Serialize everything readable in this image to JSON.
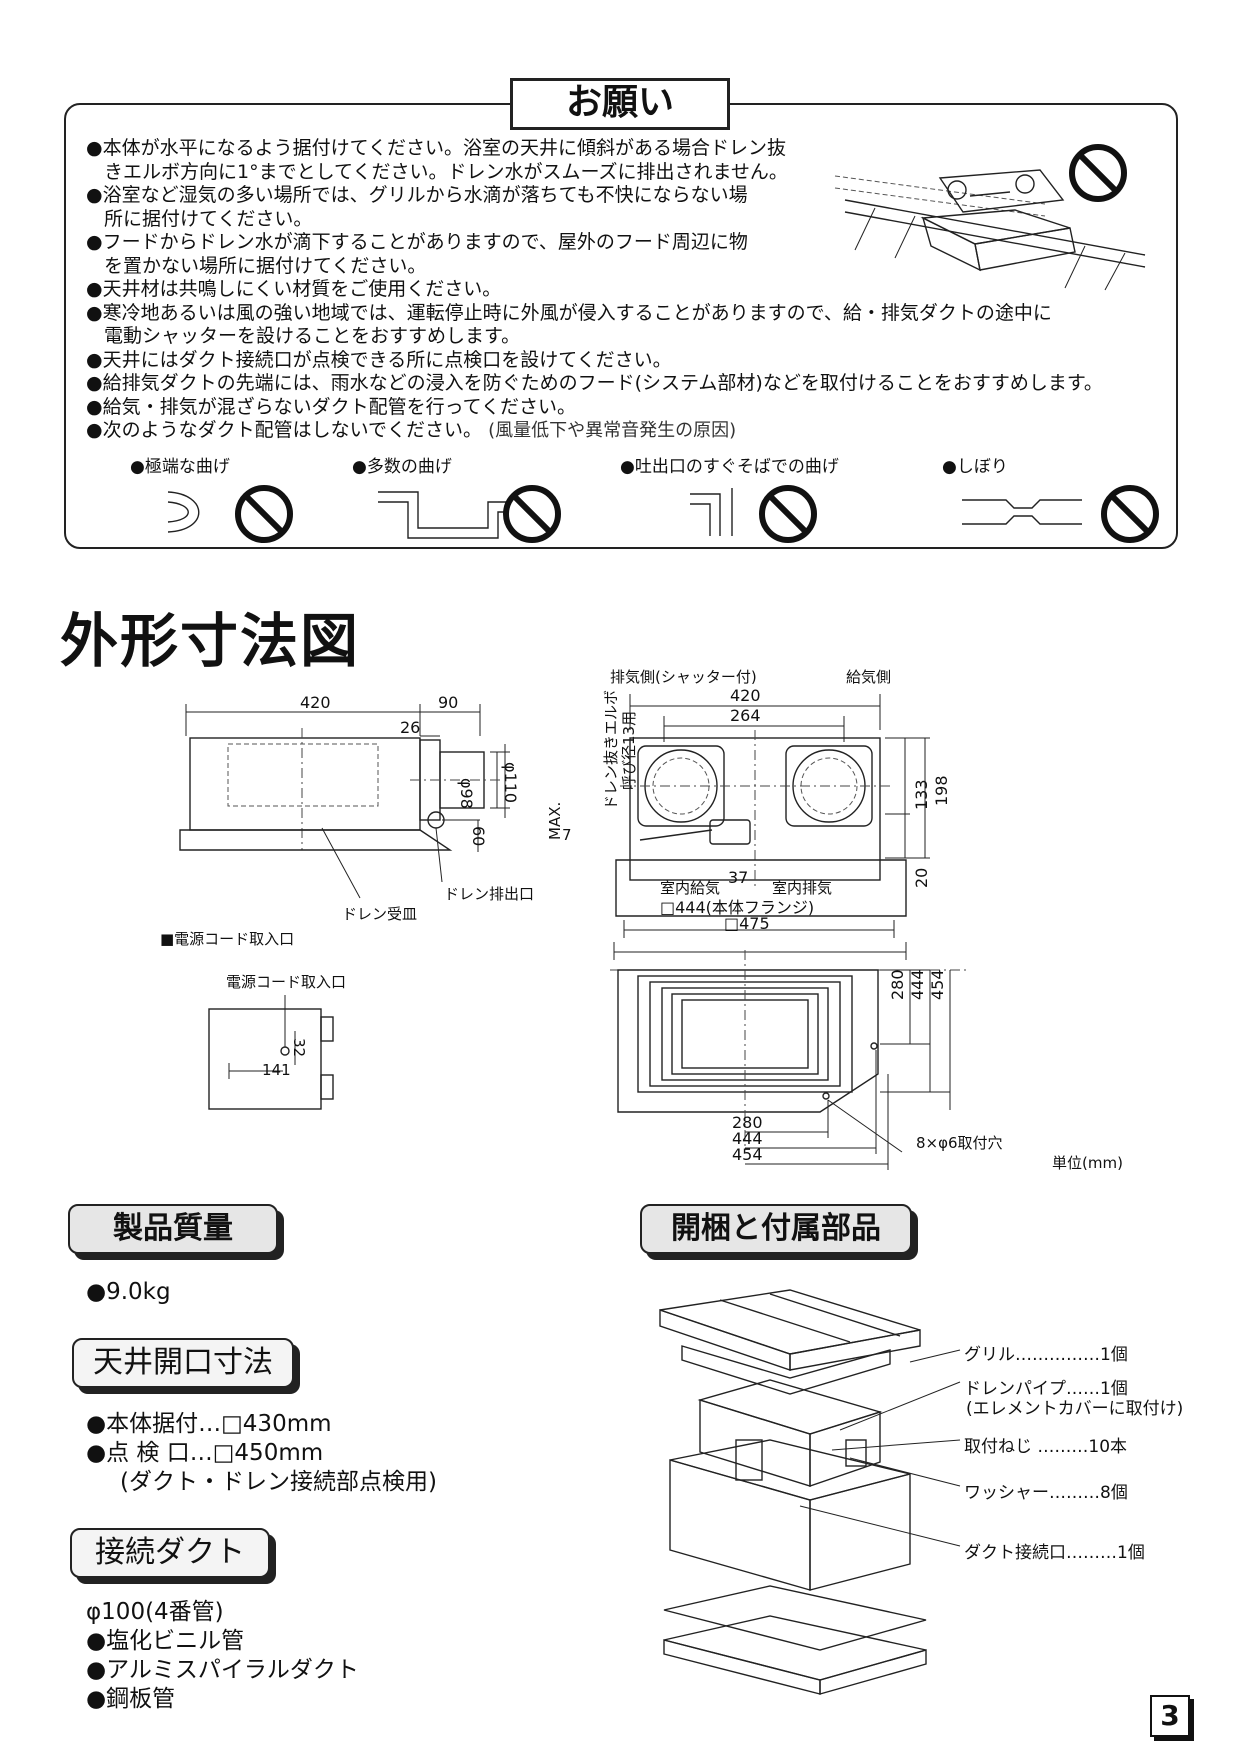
{
  "notice": {
    "title": "お願い",
    "items": [
      {
        "l1": "●本体が水平になるよう据付けてください。浴室の天井に傾斜がある場合ドレン抜",
        "l2": "きエルボ方向に1°までとしてください。ドレン水がスムーズに排出されません。"
      },
      {
        "l1": "●浴室など湿気の多い場所では、グリルから水滴が落ちても不快にならない場",
        "l2": "所に据付けてください。"
      },
      {
        "l1": "●フードからドレン水が滴下することがありますので、屋外のフード周辺に物",
        "l2": "を置かない場所に据付けてください。"
      },
      {
        "l1": "●天井材は共鳴しにくい材質をご使用ください。"
      },
      {
        "l1": "●寒冷地あるいは風の強い地域では、運転停止時に外風が侵入することがありますので、給・排気ダクトの途中に",
        "l2": "電動シャッターを設けることをおすすめします。"
      },
      {
        "l1": "●天井にはダクト接続口が点検できる所に点検口を設けてください。"
      },
      {
        "l1": "●給排気ダクトの先端には、雨水などの浸入を防ぐためのフード(システム部材)などを取付けることをおすすめします。"
      },
      {
        "l1": "●給気・排気が混ざらないダクト配管を行ってください。"
      }
    ],
    "last_item": "●次のようなダクト配管はしないでください。",
    "last_item_note": "(風量低下や異常音発生の原因)",
    "bends": [
      "●極端な曲げ",
      "●多数の曲げ",
      "●吐出口のすぐそばでの曲げ",
      "●しぼり"
    ]
  },
  "section_title": "外形寸法図",
  "side_view": {
    "dims": [
      "420",
      "90",
      "26",
      "φ98",
      "φ110",
      "60"
    ],
    "labels": {
      "drain_outlet": "ドレン排出口",
      "drain_pan": "ドレン受皿"
    }
  },
  "cord_entry": {
    "heading": "■電源コード取入口",
    "label": "電源コード取入口",
    "dims": [
      "32",
      "141"
    ]
  },
  "top_view": {
    "labels": {
      "exhaust_side": "排気側(シャッター付)",
      "supply_side": "給気側",
      "drain_elbow": "ドレン抜きエルボ",
      "drain_elbow_size": "呼び径13用",
      "indoor_supply": "室内給気",
      "indoor_exhaust": "室内排気",
      "flange": "□444(本体フランジ)",
      "outer": "□475",
      "max": "MAX.",
      "max_val": "7"
    },
    "dims": [
      "420",
      "264",
      "133",
      "198",
      "20",
      "37"
    ]
  },
  "bottom_view": {
    "dims_right": [
      "280",
      "444",
      "454"
    ],
    "dims_bottom": [
      "280",
      "444",
      "454"
    ],
    "holes": "8×φ6取付穴",
    "unit": "単位(mm)"
  },
  "mass": {
    "tab": "製品質量",
    "value": "●9.0kg"
  },
  "opening": {
    "tab": "天井開口寸法",
    "lines": [
      "●本体据付…□430mm",
      "●点 検 口…□450mm",
      "(ダクト・ドレン接続部点検用)"
    ]
  },
  "duct": {
    "tab": "接続ダクト",
    "lines": [
      "φ100(4番管)",
      "●塩化ビニル管",
      "●アルミスパイラルダクト",
      "●鋼板管"
    ]
  },
  "unpack": {
    "tab": "開梱と付属部品",
    "items": [
      "グリル……………1個",
      "ドレンパイプ……1個",
      "(エレメントカバーに取付け)",
      "取付ねじ ………10本",
      "ワッシャー………8個",
      "ダクト接続口………1個"
    ]
  },
  "page_number": "3"
}
